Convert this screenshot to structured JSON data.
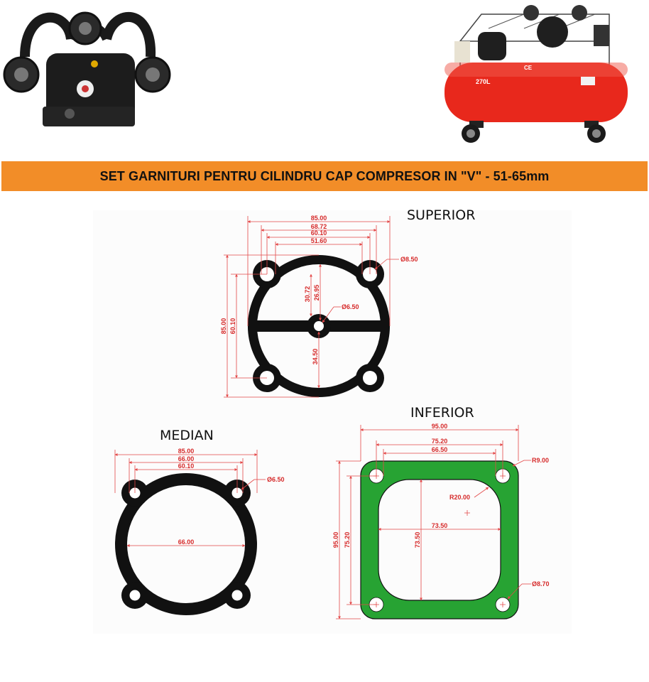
{
  "banner": {
    "text": "SET GARNITURI PENTRU CILINDRU CAP COMPRESOR IN \"V\" - 51-65mm",
    "color": "#f28d28"
  },
  "tank_label": "270L",
  "tank_mark": "CE",
  "superior": {
    "title": "SUPERIOR",
    "dims": {
      "width_overall": "85.00",
      "hole_outer": "68.72",
      "hole_center": "60.10",
      "bore": "51.60",
      "hole_dia": "Ø8.50",
      "top_offset": "30.72",
      "top_inner": "26.95",
      "center_hole": "Ø6.50",
      "height_overall": "85.00",
      "height_holes": "60.10",
      "bottom_inner": "34.50"
    }
  },
  "median": {
    "title": "MEDIAN",
    "dims": {
      "width_overall": "85.00",
      "hole_outer": "66.00",
      "hole_center": "60.10",
      "hole_dia": "Ø6.50",
      "bore": "66.00"
    }
  },
  "inferior": {
    "title": "INFERIOR",
    "dims": {
      "width_overall": "95.00",
      "hole_center": "75.20",
      "hole_inner": "66.50",
      "corner_radius": "R9.00",
      "window_radius": "R20.00",
      "window_width": "73.50",
      "window_height": "73.50",
      "height_overall": "95.00",
      "height_holes": "75.20",
      "hole_dia": "Ø8.70"
    }
  },
  "colors": {
    "gasket": "#111111",
    "inferior_gasket": "#27a333",
    "dimension": "#d62a2a",
    "tank": "#e8281c"
  }
}
